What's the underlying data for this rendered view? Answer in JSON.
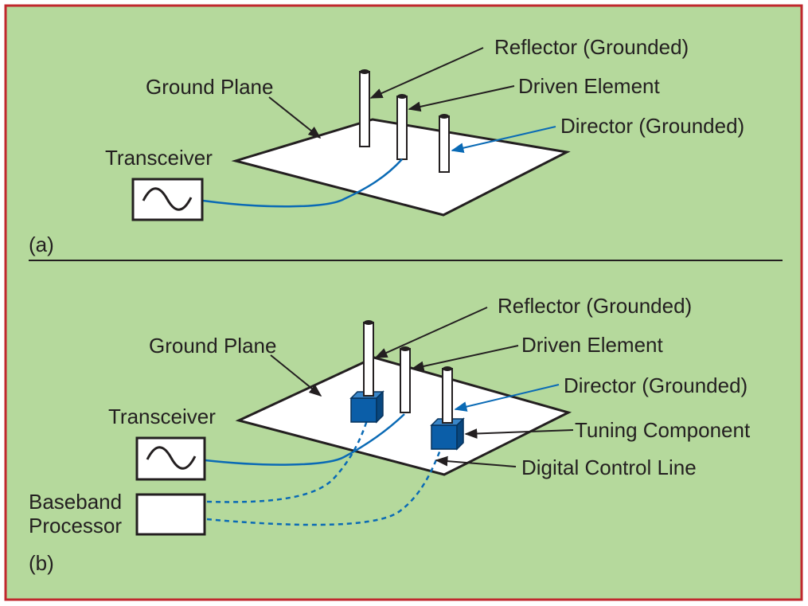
{
  "colors": {
    "background": "#b5d99c",
    "frame": "#c0272d",
    "outline": "#231f20",
    "signal": "#0a6ab5",
    "tuning_block": "#0b5ea8",
    "plane": "#ffffff"
  },
  "panel_a": {
    "tag": "(a)",
    "labels": {
      "reflector": "Reflector (Grounded)",
      "driven": "Driven Element",
      "director": "Director (Grounded)",
      "ground_plane": "Ground Plane",
      "transceiver": "Transceiver"
    },
    "icons": {
      "transceiver": "sine-wave-icon"
    }
  },
  "panel_b": {
    "tag": "(b)",
    "labels": {
      "reflector": "Reflector (Grounded)",
      "driven": "Driven Element",
      "director": "Director (Grounded)",
      "ground_plane": "Ground Plane",
      "transceiver": "Transceiver",
      "tuning": "Tuning Component",
      "control_line": "Digital Control Line",
      "baseband_line1": "Baseband",
      "baseband_line2": "Processor"
    },
    "icons": {
      "transceiver": "sine-wave-icon"
    }
  }
}
